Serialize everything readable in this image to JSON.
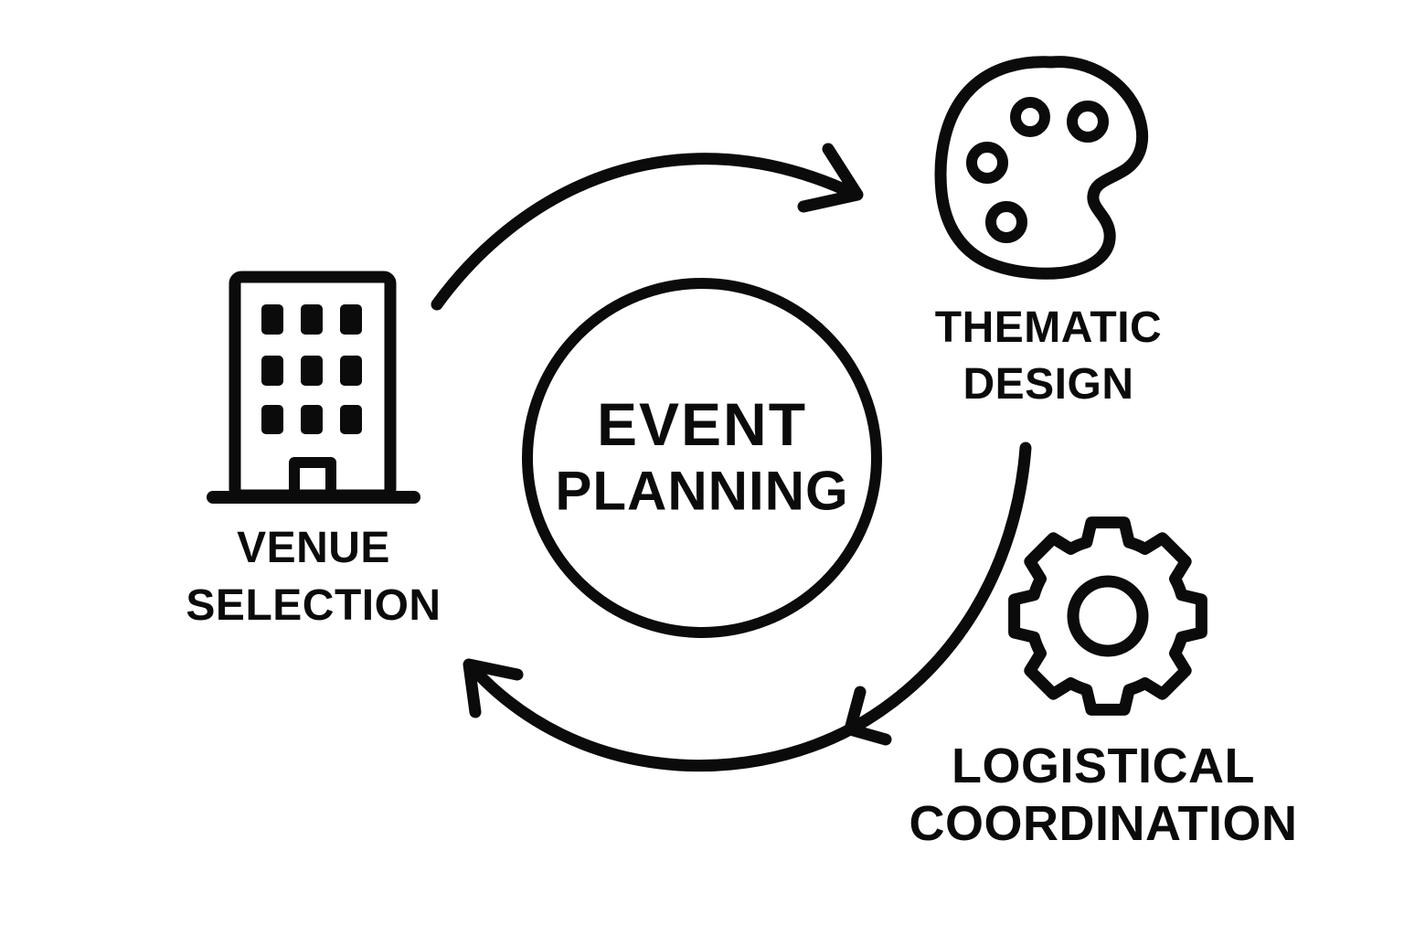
{
  "diagram": {
    "type": "cycle",
    "center": {
      "line1": "EVENT",
      "line2": "PLANNING",
      "shape": "circle"
    },
    "nodes": [
      {
        "id": "venue-selection",
        "icon": "building-icon",
        "line1": "VENUE",
        "line2": "SELECTION",
        "position": "left"
      },
      {
        "id": "thematic-design",
        "icon": "palette-icon",
        "line1": "THEMATIC",
        "line2": "DESIGN",
        "position": "top-right"
      },
      {
        "id": "logistical-coordination",
        "icon": "gear-icon",
        "line1": "LOGISTICAL",
        "line2": "COORDINATION",
        "position": "bottom-right"
      }
    ],
    "connections": [
      {
        "from": "venue-selection",
        "to": "thematic-design",
        "style": "curved-arrow"
      },
      {
        "from": "thematic-design",
        "to": "logistical-coordination",
        "style": "curved-arrow"
      },
      {
        "from": "logistical-coordination",
        "to": "venue-selection",
        "style": "curved-arrow"
      }
    ],
    "colors": {
      "ink": "#0b0b0b",
      "background": "#ffffff"
    }
  }
}
